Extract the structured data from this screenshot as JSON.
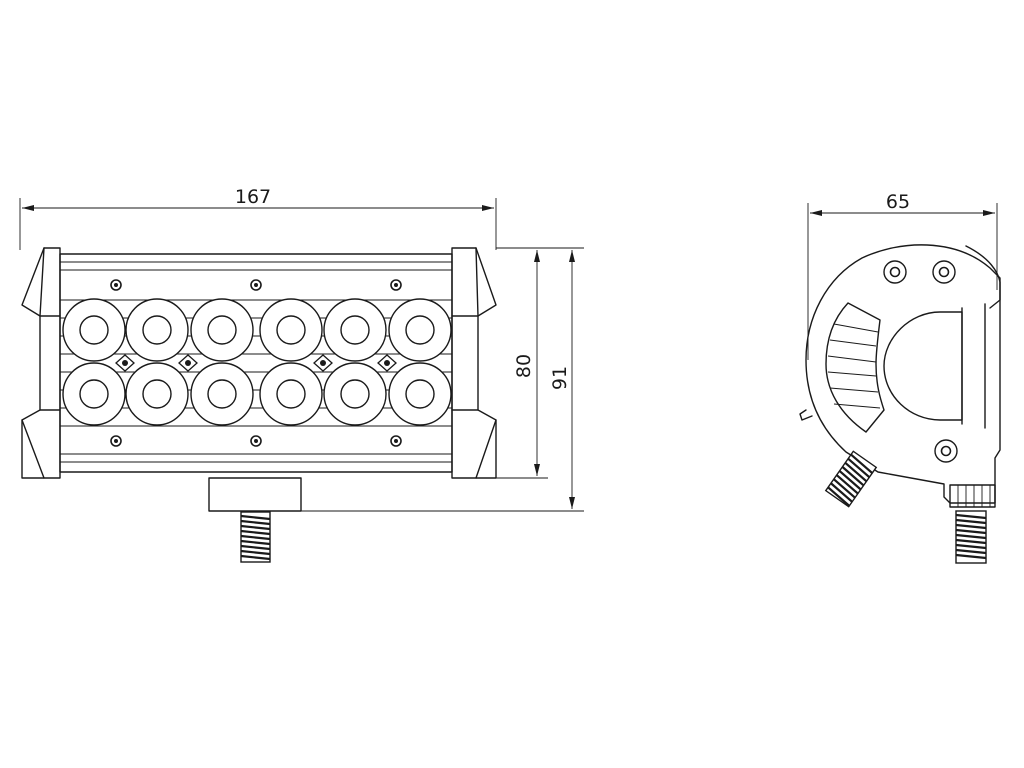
{
  "dimensions": {
    "front_width": "167",
    "front_body_height": "80",
    "front_total_height": "91",
    "side_depth": "65"
  },
  "front_view": {
    "led_rows": 2,
    "leds_per_row": 6,
    "top_screws": 3,
    "bottom_screws": 3,
    "diamond_markers": 4
  },
  "side_view": {
    "screws": 3
  },
  "colors": {
    "line": "#1a1a1a",
    "background": "#ffffff"
  }
}
